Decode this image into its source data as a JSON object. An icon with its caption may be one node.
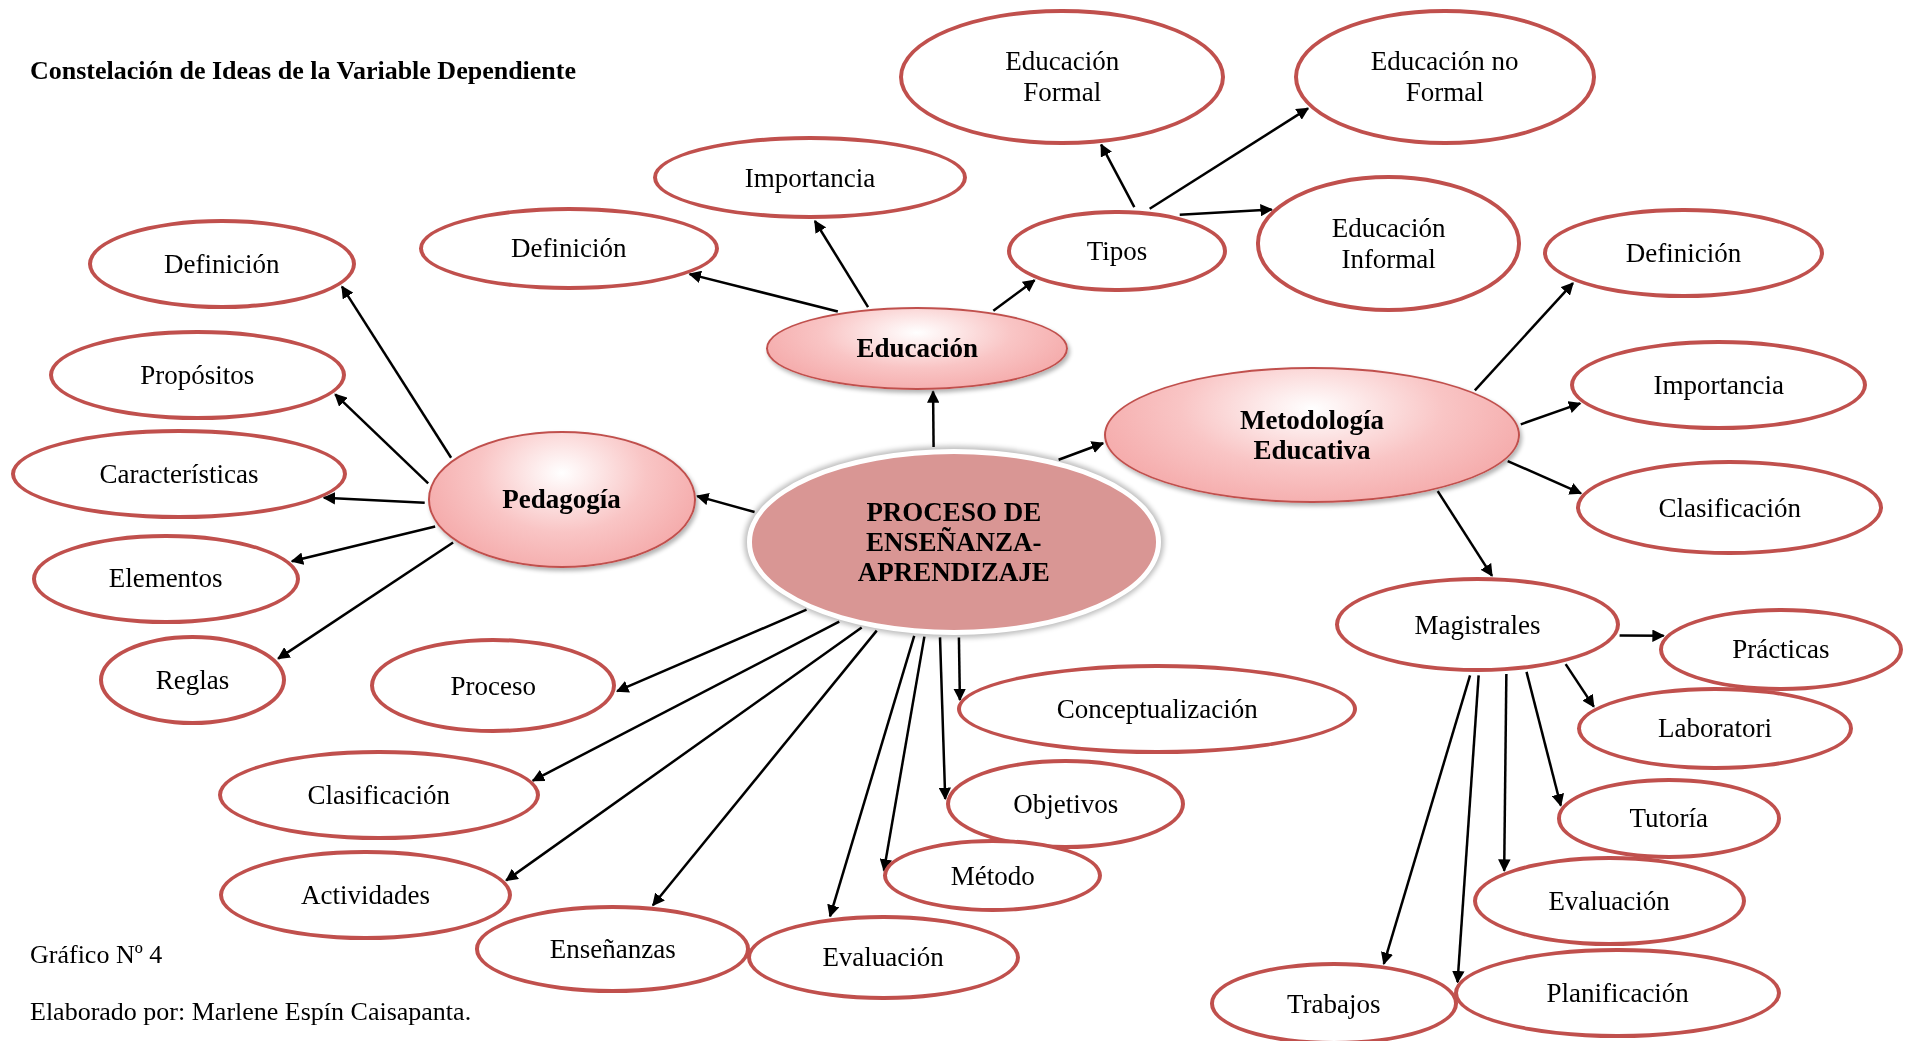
{
  "diagram": {
    "title": "Constelación de Ideas de la Variable Dependiente",
    "nodes": [
      {
        "text": [
          "PROCESO DE ENSEÑANZA-APRENDIZAJE"
        ]
      },
      {
        "text": [
          "Educación"
        ]
      },
      {
        "text": [
          "Metodología Educativa"
        ]
      },
      {
        "text": [
          "Pedagogía"
        ]
      },
      {
        "text": [
          "Definición"
        ]
      },
      {
        "text": [
          "Importancia"
        ]
      },
      {
        "text": [
          "Tipos"
        ]
      },
      {
        "text": [
          "Educación Formal"
        ]
      },
      {
        "text": [
          "Educación no Formal"
        ]
      },
      {
        "text": [
          "Educación Informal"
        ]
      },
      {
        "text": [
          "Definición"
        ]
      },
      {
        "text": [
          "Importancia"
        ]
      },
      {
        "text": [
          "Clasificación"
        ]
      },
      {
        "text": [
          "Magistrales"
        ]
      },
      {
        "text": [
          "Prácticas"
        ]
      },
      {
        "text": [
          "Laboratori"
        ]
      },
      {
        "text": [
          "Tutoría"
        ]
      },
      {
        "text": [
          "Evaluación"
        ]
      },
      {
        "text": [
          "Planificación"
        ]
      },
      {
        "text": [
          "Trabajos"
        ]
      },
      {
        "text": [
          "Definición"
        ]
      },
      {
        "text": [
          "Propósitos"
        ]
      },
      {
        "text": [
          "Características"
        ]
      },
      {
        "text": [
          "Elementos"
        ]
      },
      {
        "text": [
          "Reglas"
        ]
      },
      {
        "text": [
          "Proceso"
        ]
      },
      {
        "text": [
          "Conceptualización"
        ]
      },
      {
        "text": [
          "Clasificación"
        ]
      },
      {
        "text": [
          "Objetivos"
        ]
      },
      {
        "text": [
          "Actividades"
        ]
      },
      {
        "text": [
          "Método"
        ]
      },
      {
        "text": [
          "Enseñanzas"
        ]
      },
      {
        "text": [
          "Evaluación"
        ]
      }
    ],
    "edges": [
      {
        "from": 0,
        "to": 1,
        "arrow": "to"
      },
      {
        "from": 0,
        "to": 2,
        "arrow": "to"
      },
      {
        "from": 0,
        "to": 3,
        "arrow": "to"
      },
      {
        "from": 1,
        "to": 4,
        "arrow": "to"
      },
      {
        "from": 1,
        "to": 5,
        "arrow": "to"
      },
      {
        "from": 1,
        "to": 6,
        "arrow": "to"
      },
      {
        "from": 6,
        "to": 7,
        "arrow": "to"
      },
      {
        "from": 6,
        "to": 8,
        "arrow": "to"
      },
      {
        "from": 6,
        "to": 9,
        "arrow": "to"
      },
      {
        "from": 2,
        "to": 10,
        "arrow": "to"
      },
      {
        "from": 2,
        "to": 11,
        "arrow": "to"
      },
      {
        "from": 2,
        "to": 12,
        "arrow": "to"
      },
      {
        "from": 2,
        "to": 13,
        "arrow": "to"
      },
      {
        "from": 13,
        "to": 14,
        "arrow": "to"
      },
      {
        "from": 13,
        "to": 15,
        "arrow": "to"
      },
      {
        "from": 13,
        "to": 16,
        "arrow": "to"
      },
      {
        "from": 13,
        "to": 17,
        "arrow": "to"
      },
      {
        "from": 13,
        "to": 18,
        "arrow": "to"
      },
      {
        "from": 13,
        "to": 19,
        "arrow": "to"
      },
      {
        "from": 3,
        "to": 20,
        "arrow": "to"
      },
      {
        "from": 3,
        "to": 21,
        "arrow": "to"
      },
      {
        "from": 3,
        "to": 22,
        "arrow": "to"
      },
      {
        "from": 3,
        "to": 23,
        "arrow": "to"
      },
      {
        "from": 3,
        "to": 24,
        "arrow": "to"
      },
      {
        "from": 0,
        "to": 25,
        "arrow": "to"
      },
      {
        "from": 0,
        "to": 26,
        "arrow": "to"
      },
      {
        "from": 0,
        "to": 27,
        "arrow": "to"
      },
      {
        "from": 0,
        "to": 28,
        "arrow": "to"
      },
      {
        "from": 0,
        "to": 29,
        "arrow": "to"
      },
      {
        "from": 0,
        "to": 30,
        "arrow": "to"
      },
      {
        "from": 0,
        "to": 31,
        "arrow": "to"
      },
      {
        "from": 0,
        "to": 32,
        "arrow": "to"
      }
    ],
    "labels": [
      "Gráfico Nº 4",
      "Elaborado por: Marlene Espín Caisapanta."
    ]
  }
}
